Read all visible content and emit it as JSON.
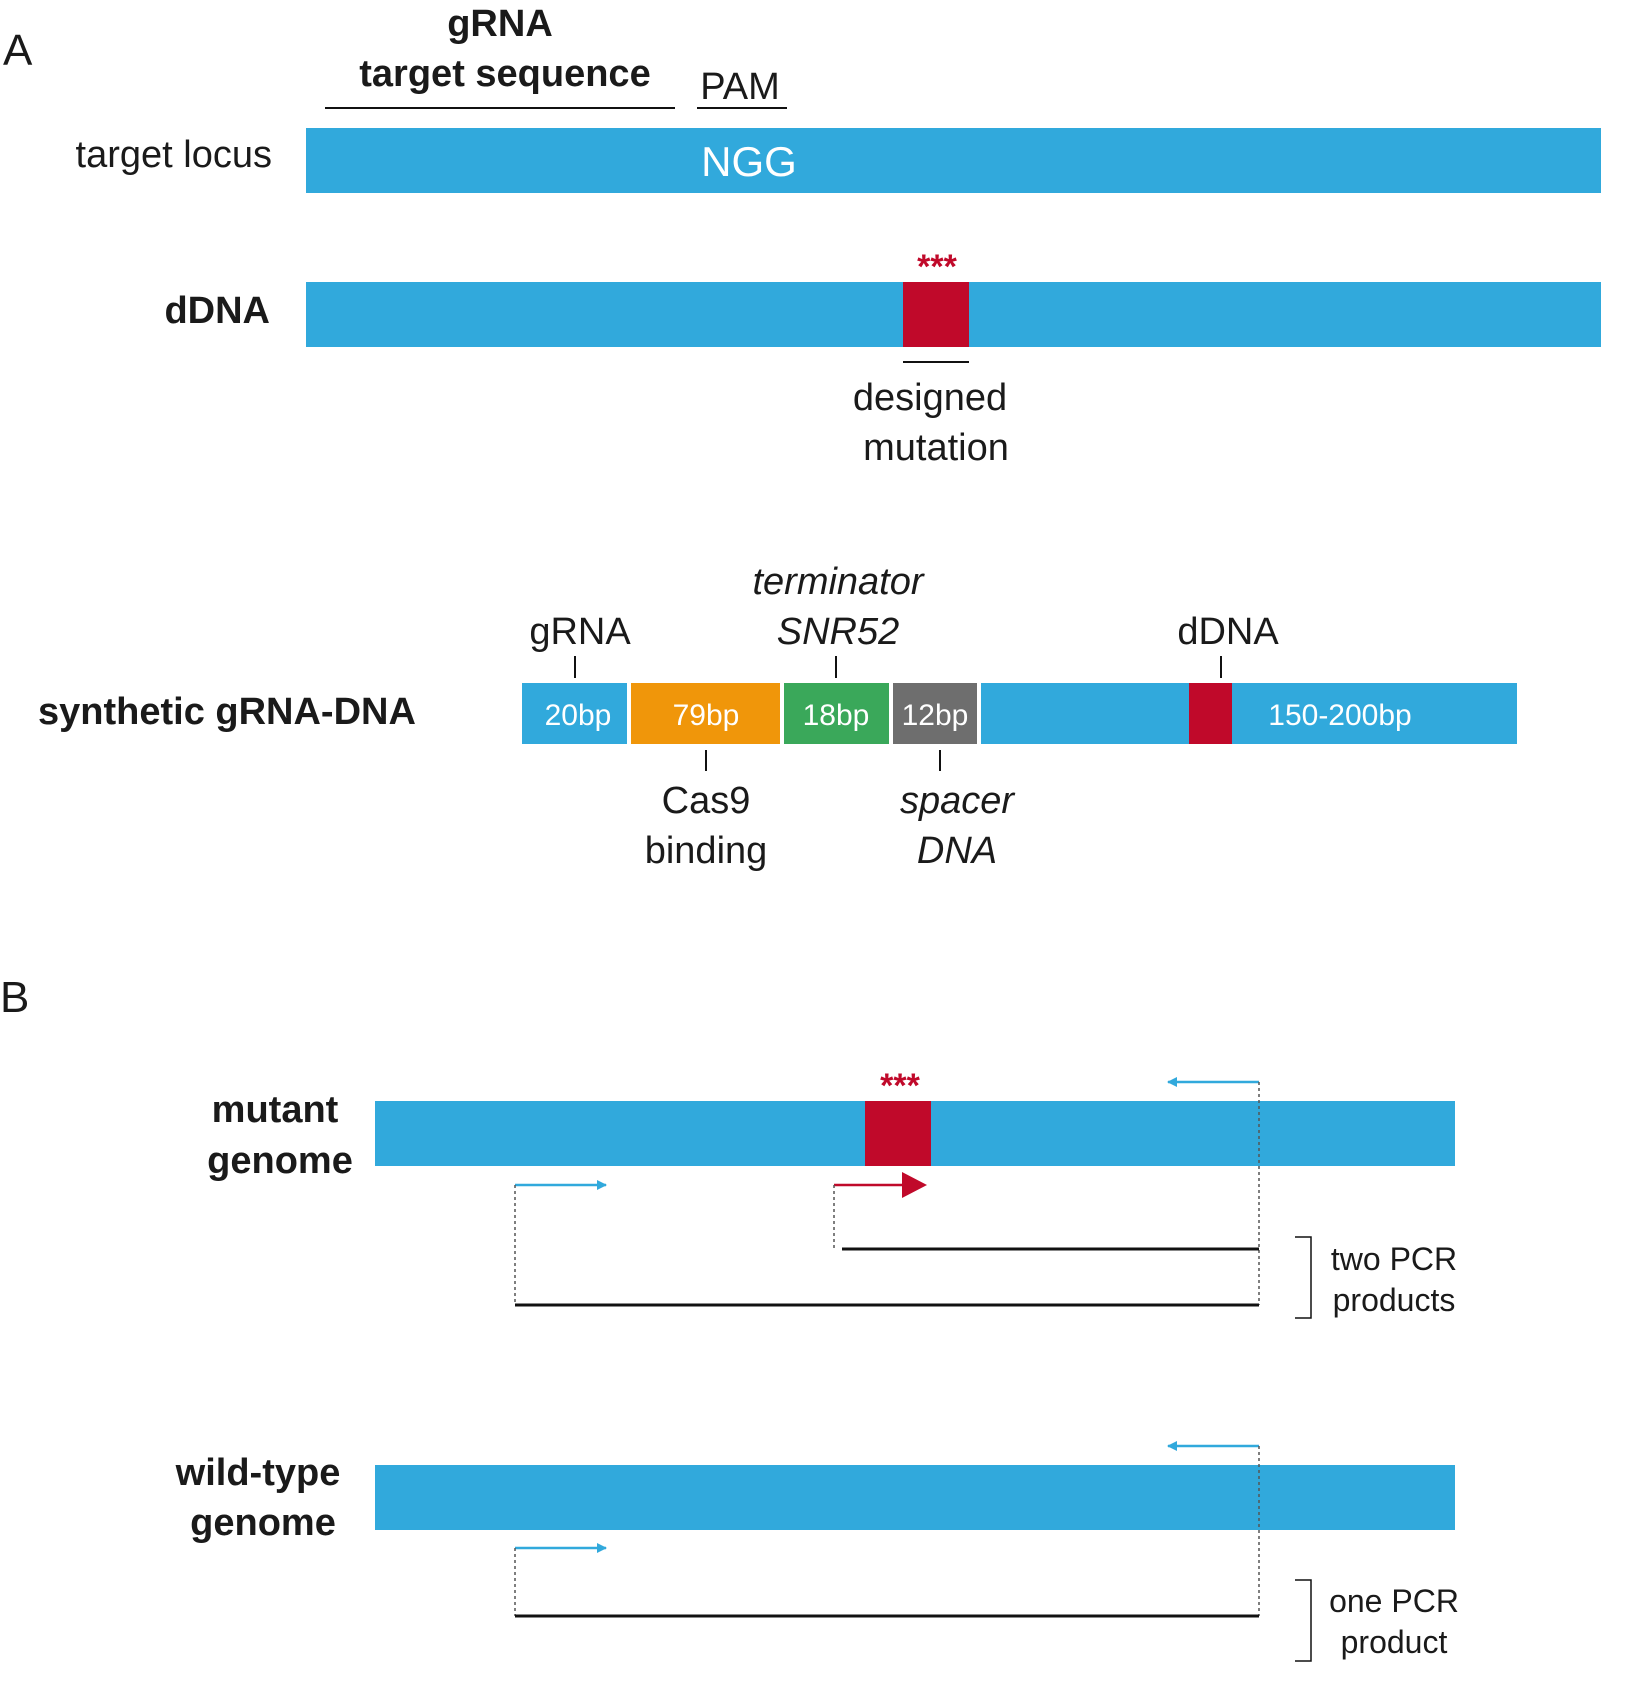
{
  "colors": {
    "dna": "#31a9dc",
    "mutation": "#c0092a",
    "cas9": "#f0960a",
    "terminator": "#3aa85a",
    "spacer": "#6e6e6e",
    "line": "#111111"
  },
  "panel_a": {
    "letter": "A",
    "grna_label_1": "gRNA",
    "grna_label_2": "target sequence",
    "pam_label": "PAM",
    "target_locus_label": "target locus",
    "pam_seq": "NGG",
    "ddna_label": "dDNA",
    "mutation_mark": "***",
    "designed_1": "designed",
    "designed_2": "mutation",
    "synthetic_label": "synthetic gRNA-DNA",
    "segments": {
      "grna_bp": "20bp",
      "cas9_bp": "79bp",
      "term_bp": "18bp",
      "spacer_bp": "12bp",
      "ddna_bp": "150-200bp"
    },
    "above": {
      "grna": "gRNA",
      "terminator_1": "terminator",
      "terminator_2": "SNR52",
      "ddna": "dDNA"
    },
    "below": {
      "cas9_1": "Cas9",
      "cas9_2": "binding",
      "spacer_1": "spacer",
      "spacer_2": "DNA"
    }
  },
  "panel_b": {
    "letter": "B",
    "mutant_1": "mutant",
    "mutant_2": "genome",
    "mutation_mark": "***",
    "two_products_1": "two PCR",
    "two_products_2": "products",
    "wt_1": "wild-type",
    "wt_2": "genome",
    "one_product_1": "one PCR",
    "one_product_2": "product"
  }
}
